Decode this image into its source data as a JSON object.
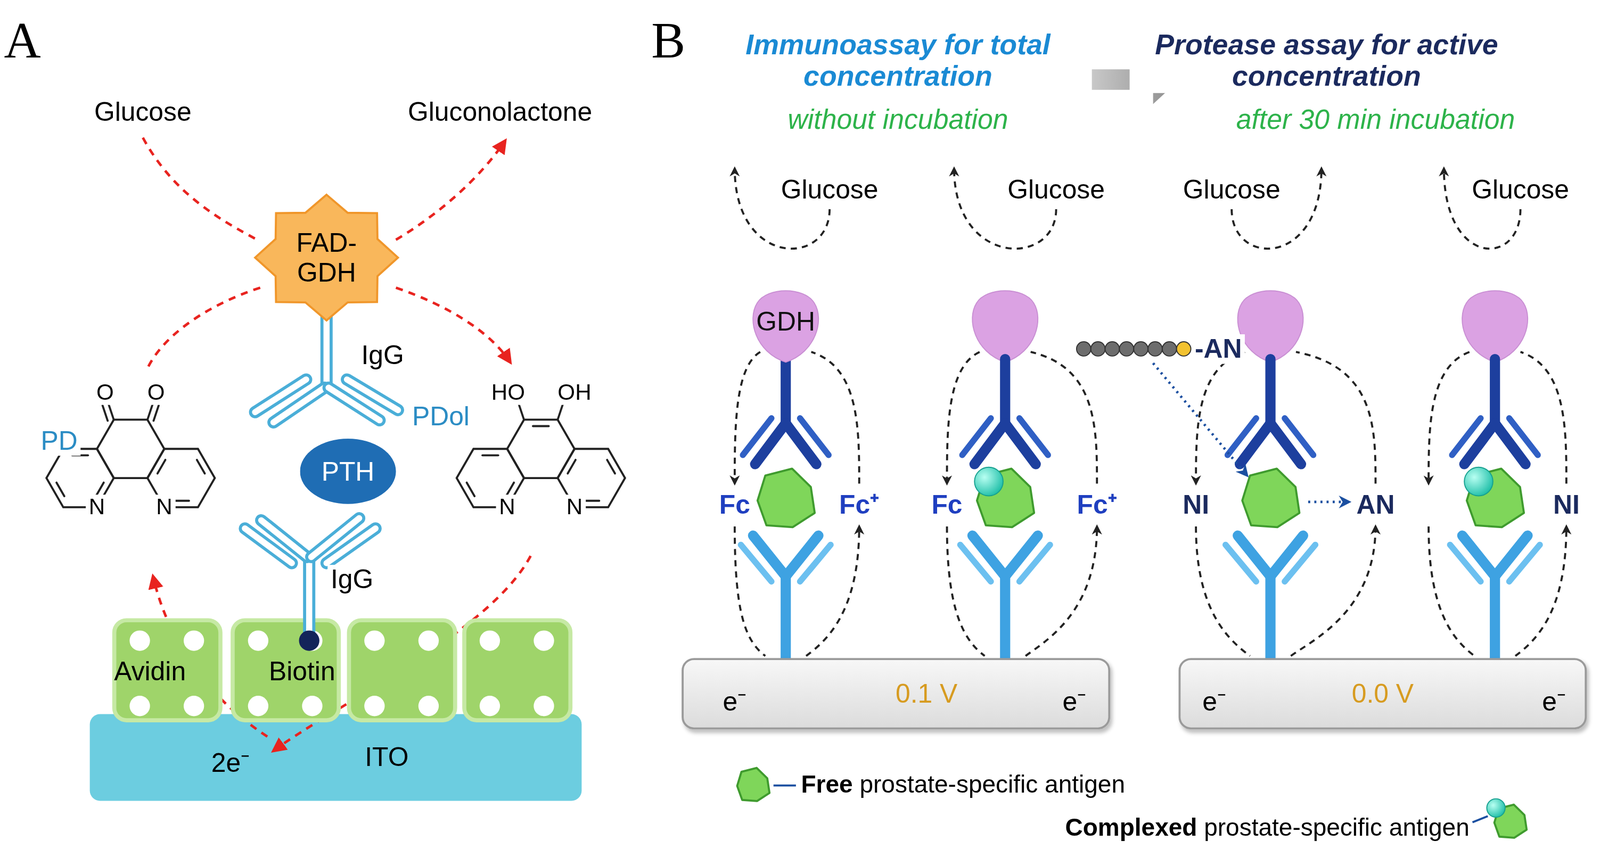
{
  "diagram": {
    "nodes": [
      {
        "text": [
          "FAD- GDH"
        ]
      },
      {
        "text": [
          "PTH"
        ]
      },
      {
        "text": [
          "ITO"
        ]
      },
      {
        "text": [
          "GDH"
        ]
      },
      {
        "text": [
          "0.1 V"
        ]
      },
      {
        "text": [
          "0.0 V"
        ]
      }
    ],
    "labels": [
      "A",
      "Glucose",
      "Gluconolactone",
      "IgG",
      "PD",
      "O",
      "O",
      "N",
      "N",
      "PDol",
      "HO",
      "OH",
      "N",
      "N",
      "IgG",
      "Avidin",
      "Biotin",
      "2e⁻",
      "B",
      "Immunoassay for total concentration",
      "without incubation",
      "Protease assay for active concentration",
      "after 30 min incubation",
      "Glucose",
      "Glucose",
      "Glucose",
      "Glucose",
      "Fc",
      "Fc⁺",
      "Fc",
      "Fc⁺",
      "-AN",
      "NI",
      "AN",
      "NI",
      "e⁻",
      "e⁻",
      "e⁻",
      "e⁻"
    ],
    "legend": [
      {
        "text": "Free prostate-specific antigen"
      },
      {
        "text": "Complexed prostate-specific antigen"
      }
    ]
  }
}
